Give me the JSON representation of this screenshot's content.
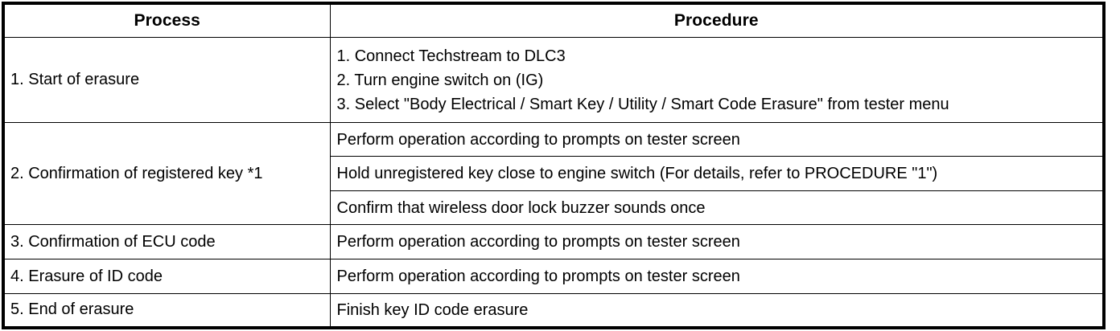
{
  "table": {
    "headers": {
      "process": "Process",
      "procedure": "Procedure"
    },
    "rows": [
      {
        "process": "1. Start of erasure",
        "procedure_lines": [
          "1. Connect Techstream to DLC3",
          "2. Turn engine switch on (IG)",
          "3. Select \"Body Electrical / Smart Key / Utility / Smart Code Erasure\" from tester menu"
        ]
      },
      {
        "process": "2. Confirmation of registered key *1",
        "procedure_lines": [
          "Perform operation according to prompts on tester screen",
          "Hold unregistered key close to engine switch (For details, refer to PROCEDURE \"1\")",
          "Confirm that wireless door lock buzzer sounds once"
        ]
      },
      {
        "process": "3. Confirmation of ECU code",
        "procedure_lines": [
          "Perform operation according to prompts on tester screen"
        ]
      },
      {
        "process": "4. Erasure of ID code",
        "procedure_lines": [
          "Perform operation according to prompts on tester screen"
        ]
      },
      {
        "process": "5. End of erasure",
        "procedure_lines": [
          "Finish key ID code erasure"
        ]
      }
    ]
  },
  "colors": {
    "border": "#000000",
    "text": "#000000",
    "background": "#ffffff"
  }
}
